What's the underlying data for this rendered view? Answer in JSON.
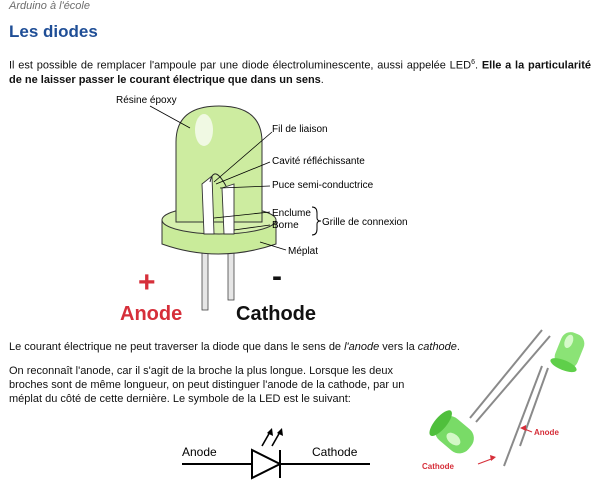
{
  "header": {
    "text": "Arduino à l'école"
  },
  "title": "Les diodes",
  "intro": {
    "part1": "Il est possible de remplacer l'ampoule par une diode électroluminescente, aussi appelée LED",
    "footnote": "6",
    "part2": ". ",
    "bold": "Elle a la particularité de ne laisser passer le courant électrique que dans un sens"
  },
  "diagram": {
    "labels": {
      "resine": "Résine époxy",
      "fil": "Fil de liaison",
      "cavite": "Cavité réfléchissante",
      "puce": "Puce semi-conductrice",
      "enclume": "Enclume",
      "borne": "Borne",
      "grille": "Grille de connexion",
      "meplat": "Méplat"
    },
    "plus": "+",
    "minus": "-",
    "anode": "Anode",
    "cathode": "Cathode",
    "colors": {
      "led_green": "#c9eb9a",
      "red": "#d62f3a"
    }
  },
  "para2": {
    "text1": "Le courant électrique ne peut traverser la diode que dans le sens de ",
    "anode": "l'anode",
    "text2": " vers la ",
    "cathode": "cathode",
    "text3": "."
  },
  "para3": {
    "text": "On reconnaît l'anode, car il s'agit de la broche la plus longue. Lorsque les deux broches sont de même longueur, on peut distinguer l'anode de la cathode, par un méplat du côté de cette dernière. Le symbole de la LED est le suivant:"
  },
  "symbol": {
    "anode": "Anode",
    "cathode": "Cathode"
  },
  "photo": {
    "anode": "Anode",
    "cathode": "Cathode"
  }
}
